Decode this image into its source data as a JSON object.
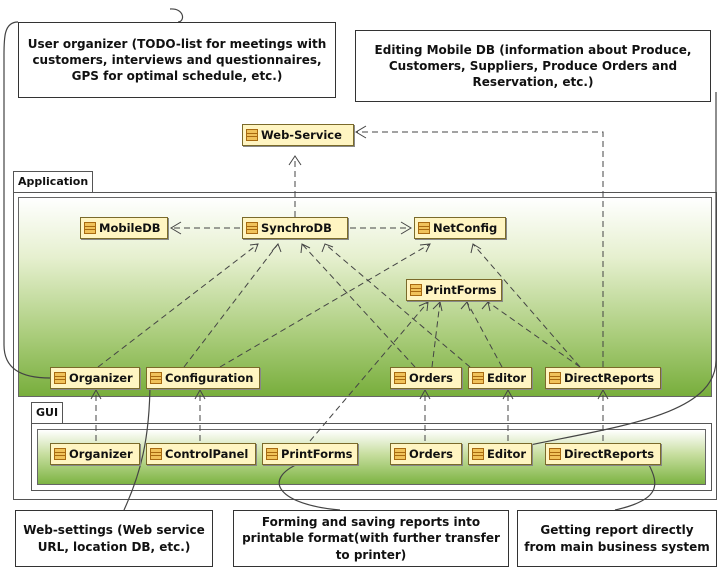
{
  "notes": {
    "user_organizer": "User organizer (TODO-list for meetings with customers, interviews and questionnaires, GPS for optimal schedule, etc.)",
    "editing_mobile_db": "Editing Mobile DB (information about Produce, Customers, Suppliers, Produce Orders and Reservation, etc.)",
    "web_settings": "Web-settings (Web service URL, location DB, etc.)",
    "forming_reports": "Forming and saving reports into printable format(with further transfer to printer)",
    "getting_report": "Getting report directly from main business system"
  },
  "packages": {
    "application": "Application",
    "gui": "GUI"
  },
  "classes": {
    "web_service": "Web-Service",
    "mobiledb": "MobileDB",
    "synchrodb": "SynchroDB",
    "netconfig": "NetConfig",
    "printforms": "PrintForms",
    "organizer": "Organizer",
    "configuration": "Configuration",
    "orders": "Orders",
    "editor": "Editor",
    "directreports": "DirectReports",
    "gui_organizer": "Organizer",
    "gui_controlpanel": "ControlPanel",
    "gui_printforms": "PrintForms",
    "gui_orders": "Orders",
    "gui_editor": "Editor",
    "gui_directreports": "DirectReports"
  },
  "colors": {
    "class_fill": "#fff5c2",
    "class_icon": "#e8a93a",
    "package_green": "#78ae3c"
  }
}
